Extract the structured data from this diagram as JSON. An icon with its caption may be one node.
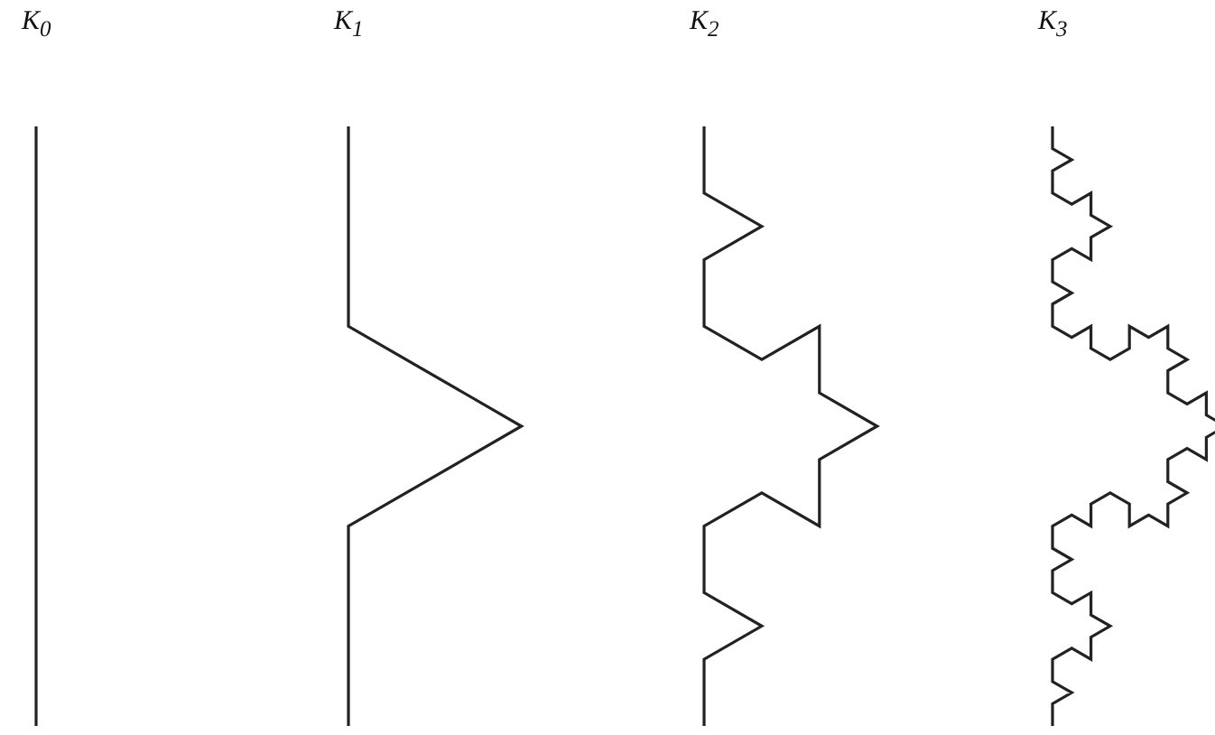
{
  "diagram": {
    "labels": [
      "K$_{0}$",
      "K$_{1}$",
      "K$_{2}$",
      "K$_{3}$"
    ]
  }
}
